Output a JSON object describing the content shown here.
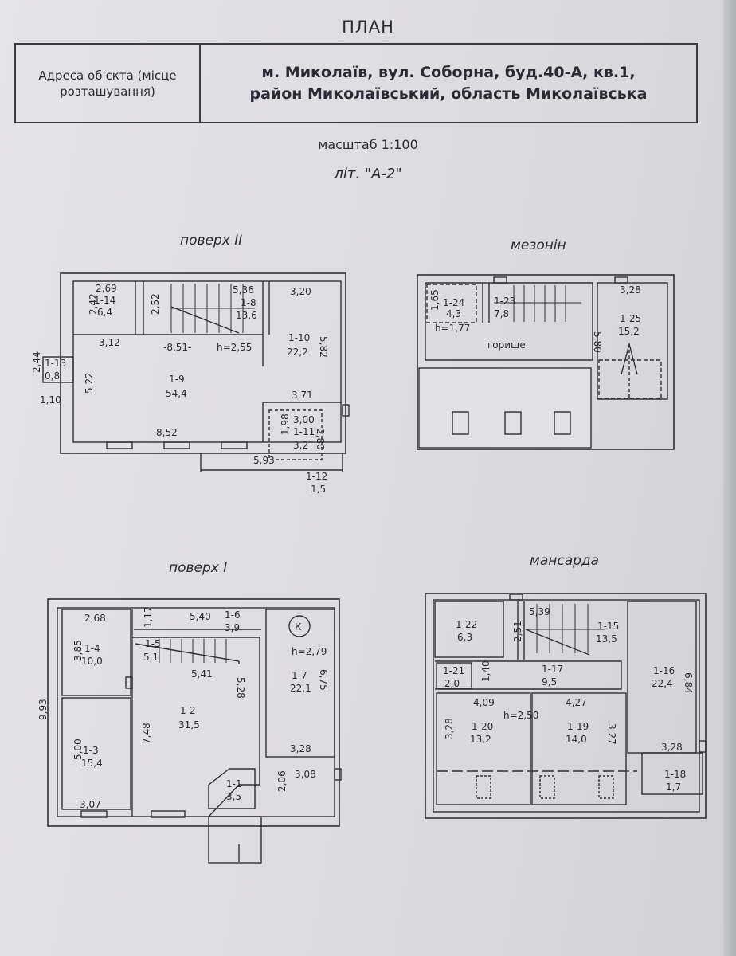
{
  "header": {
    "title": "ПЛАН",
    "address_label": "Адреса об'єкта (місце розташування)",
    "address_line1": "м. Миколаїв, вул. Соборна, буд.40-А, кв.1,",
    "address_line2": "район Миколаївський, область Миколаївська",
    "scale": "масштаб 1:100",
    "liter": "літ. \"А-2\""
  },
  "floors": {
    "floor2": {
      "title": "поверх II",
      "labels": [
        "2,69",
        "1-14",
        "6,4",
        "2,42",
        "2,52",
        "5,36",
        "1-8",
        "13,6",
        "3,20",
        "3,12",
        "-8,51-",
        "h=2,55",
        "1-10",
        "22,2",
        "5,82",
        "2,44",
        "1-13",
        "0,8",
        "1,10",
        "5,22",
        "1-9",
        "54,4",
        "3,71",
        "3,00",
        "1-11",
        "3,2",
        "1,98",
        "2,80",
        "8,52",
        "5,93",
        "1-12",
        "1,5"
      ]
    },
    "mezzanine": {
      "title": "мезонін",
      "labels": [
        "3,28",
        "1,65",
        "1-24",
        "4,3",
        "h=1,77",
        "1-23",
        "7,8",
        "1-25",
        "15,2",
        "5,80",
        "горище"
      ]
    },
    "floor1": {
      "title": "поверх I",
      "labels": [
        "2,68",
        "1,17",
        "5,40",
        "1-6",
        "3,9",
        "К",
        "h=2,79",
        "3,85",
        "1-4",
        "10,0",
        "1-5",
        "5,1",
        "5,41",
        "1-7",
        "22,1",
        "6,75",
        "9,93",
        "1-2",
        "31,5",
        "5,28",
        "5,00",
        "1-3",
        "15,4",
        "7,48",
        "3,28",
        "3,08",
        "2,06",
        "1-1",
        "3,5",
        "3,07"
      ]
    },
    "attic": {
      "title": "мансарда",
      "labels": [
        "5,39",
        "1-22",
        "6,3",
        "2,51",
        "1-15",
        "13,5",
        "1-21",
        "2,0",
        "1,40",
        "1-17",
        "9,5",
        "1-16",
        "22,4",
        "6,84",
        "4,09",
        "h=2,50",
        "4,27",
        "3,28",
        "1-20",
        "13,2",
        "1-19",
        "14,0",
        "3,27",
        "3,28",
        "1-18",
        "1,7"
      ]
    }
  }
}
